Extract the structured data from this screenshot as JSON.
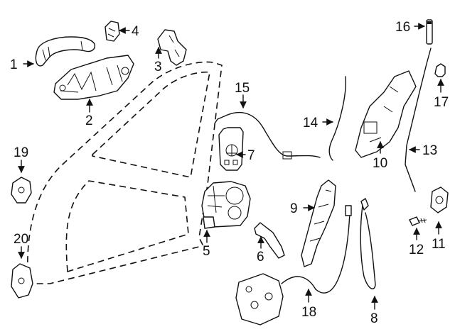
{
  "callouts": [
    {
      "id": 1,
      "text": "1"
    },
    {
      "id": 2,
      "text": "2"
    },
    {
      "id": 3,
      "text": "3"
    },
    {
      "id": 4,
      "text": "4"
    },
    {
      "id": 5,
      "text": "5"
    },
    {
      "id": 6,
      "text": "6"
    },
    {
      "id": 7,
      "text": "7"
    },
    {
      "id": 8,
      "text": "8"
    },
    {
      "id": 9,
      "text": "9"
    },
    {
      "id": 10,
      "text": "10"
    },
    {
      "id": 11,
      "text": "11"
    },
    {
      "id": 12,
      "text": "12"
    },
    {
      "id": 13,
      "text": "13"
    },
    {
      "id": 14,
      "text": "14"
    },
    {
      "id": 15,
      "text": "15"
    },
    {
      "id": 16,
      "text": "16"
    },
    {
      "id": 17,
      "text": "17"
    },
    {
      "id": 18,
      "text": "18"
    },
    {
      "id": 19,
      "text": "19"
    },
    {
      "id": 20,
      "text": "20"
    }
  ]
}
